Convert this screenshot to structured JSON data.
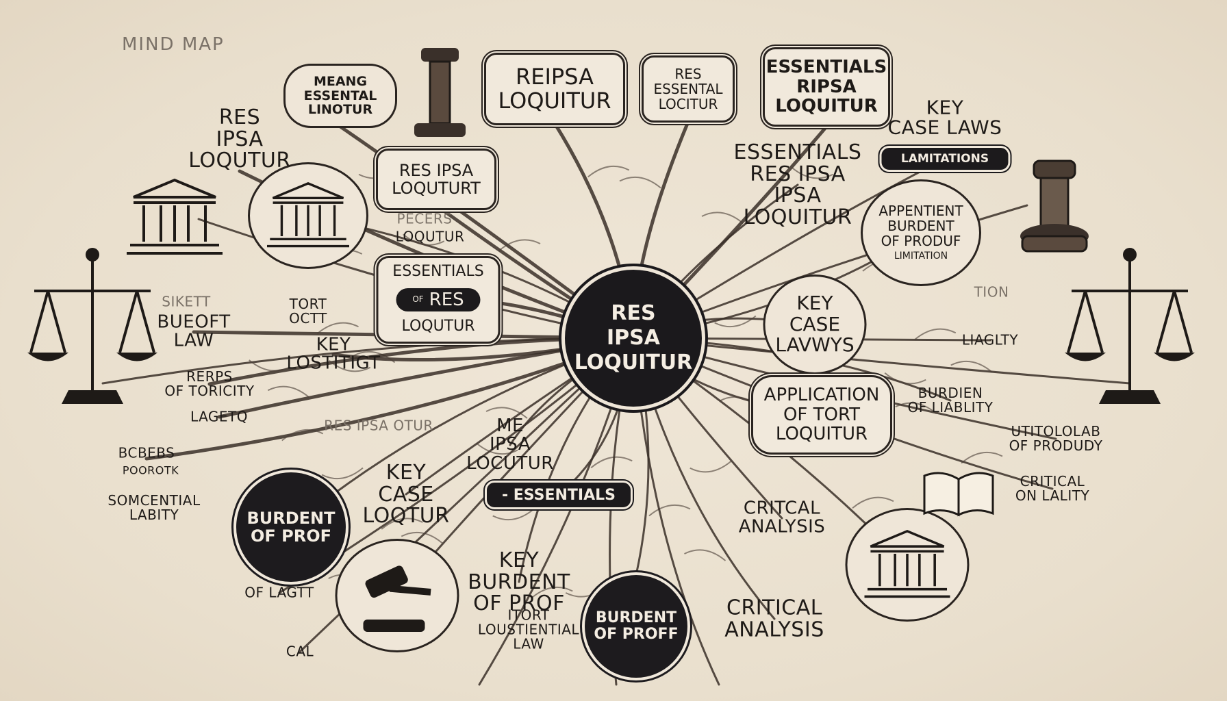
{
  "header": {
    "title": "MIND MAP"
  },
  "center": {
    "label": "RES\nIPSA\nLOQUITUR"
  },
  "top_boxes": {
    "meang": "MEANG\nESSENTAL\nLINOTUR",
    "reipsa": "REIPSA\nLOQUITUR",
    "res_essental": "RES\nESSENTAL\nLOCITUR",
    "essentials_ripsa": "ESSENTIALS\nRIPSA\nLOQUITUR"
  },
  "left_labels": {
    "res_ipsa_loqutur": "RES\nIPSA\nLOQUTUR",
    "res_ipsa_loquturt": "RES IPSA\nLOQUTURT",
    "pecers": "PECERS",
    "loqutur": "LOQUTUR",
    "essentials_res": "ESSENTIALS",
    "res_pill": "RES",
    "of": "OF",
    "loqutur2": "LOQUTUR",
    "tort_law": "BUEOFT\nLAW",
    "tort_pre": "SIKETT",
    "tort_octt": "TORT\nOCTT",
    "key_lostitigt": "KEY\nLOSTITIGT",
    "rerps_of_toricity": "RERPS\nOF TORICITY",
    "lagerq": "LAGETQ",
    "res_ipsa_faint": "RES IPSA OTUR",
    "bcbebs": "BCBEBS",
    "poorotk": "POOROTK",
    "somcential_labity": "SOMCENTIAL\nLABITY",
    "of_lagtt": "OF LAGTT",
    "cal": "CAL",
    "burdent_of_prof": "BURDENT\nOF PROF"
  },
  "bottom_labels": {
    "me_ipsa_locutur": "ME\nIPSA\nLOCUTUR",
    "key_case_loqtur": "KEY\nCASE\nLOQTUR",
    "essentials_banner": "- ESSENTIALS",
    "key_burdent": "KEY\nBURDENT\nOF PROF",
    "itort_law": "ITORT\nLOUSTIENTIAL\nLAW",
    "burdent_of_proff": "BURDENT\nOF PROFF",
    "critical_analysis": "CRITICAL\nANALYSIS"
  },
  "right_labels": {
    "key_case_laws": "KEY\nCASE LAWS",
    "lamitations": "LAMITATIONS",
    "essentials_res_ipsa": "ESSENTIALS\nRES IPSA\nIPSA\nLOQUITUR",
    "appentient": "APPENTIENT\nBURDENT\nOF PRODUF",
    "limitation_small": "LIMITATION",
    "tion": "TION",
    "key_case_lavwys": "KEY\nCASE\nLAVWYS",
    "liaglty": "LIAGLTY",
    "application": "APPLICATION\nOF TORT\nLOQUITUR",
    "burdien_liability": "BURDIEN\nOF LIABLITY",
    "utdold": "UTITOLOLAB\nOF PRODUDY",
    "critical_on_lality": "CRITICAL\nON LALITY",
    "critcal_analysis": "CRITCAL\nANALYSIS"
  },
  "colors": {
    "background": "#ece2d2",
    "ink": "#1e1a17",
    "dark_fill": "#1b191c"
  }
}
